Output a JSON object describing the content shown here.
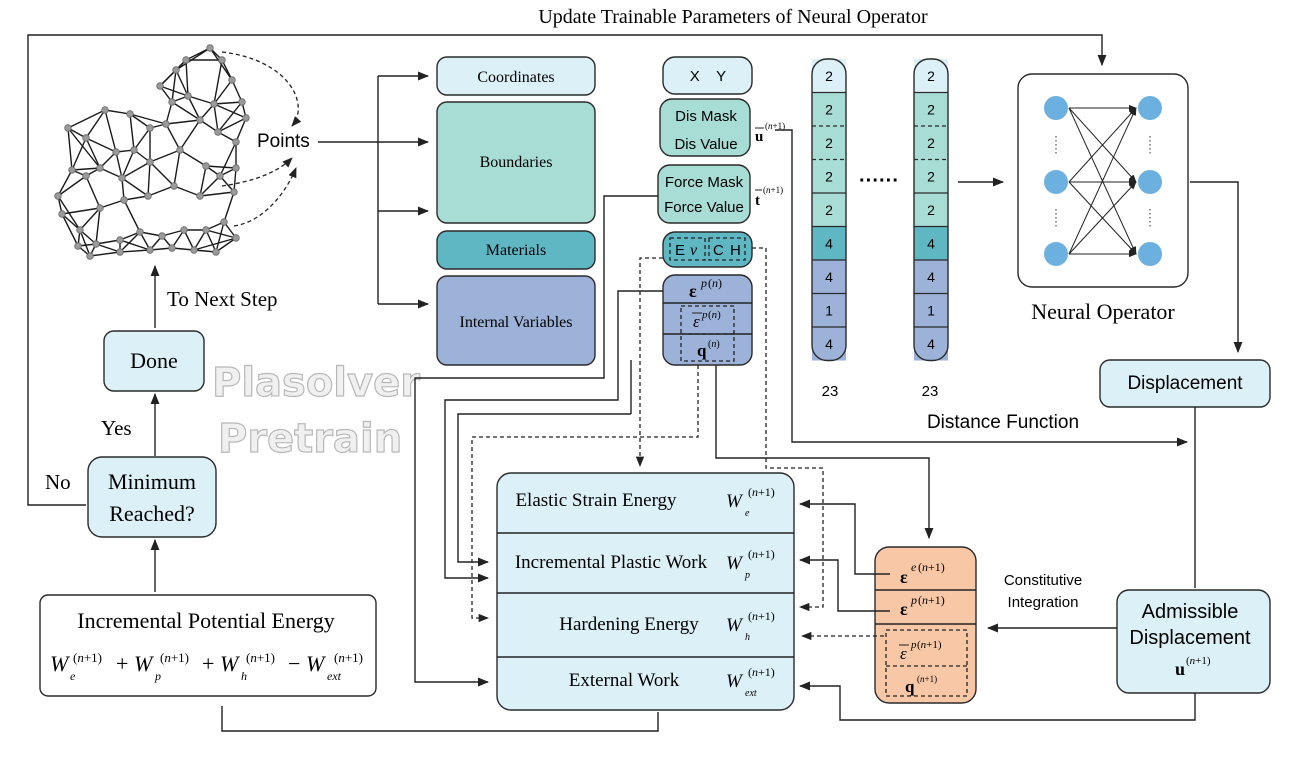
{
  "colors": {
    "light_blue": "#dcf0f7",
    "teal": "#a8ddd6",
    "deep_teal": "#5fb7c4",
    "slate": "#9db2d8",
    "peach": "#f7c7a6",
    "node_blue": "#6cb0e0"
  },
  "title": "Update Trainable Parameters of Neural Operator",
  "mesh": {
    "points_label": "Points"
  },
  "left_flow": {
    "to_next_step": "To Next Step",
    "done": "Done",
    "yes": "Yes",
    "no": "No",
    "minimum_line1": "Minimum",
    "minimum_line2": "Reached?",
    "ipe_title": "Incremental Potential Energy",
    "watermark_line1": "Plasolver",
    "watermark_line2": "Pretrain"
  },
  "input_categories": {
    "coordinates": "Coordinates",
    "boundaries": "Boundaries",
    "materials": "Materials",
    "internal_variables": "Internal Variables"
  },
  "features": {
    "xy": "X    Y",
    "dis_mask": "Dis Mask",
    "dis_value": "Dis Value",
    "force_mask": "Force Mask",
    "force_value": "Force Value",
    "mat_e": "E",
    "mat_nu": "ν",
    "mat_c": "C",
    "mat_h": "H"
  },
  "columns": {
    "values": [
      "2",
      "2",
      "2",
      "2",
      "2",
      "4",
      "4",
      "1",
      "4"
    ],
    "size_label_left": "23",
    "size_label_right": "23",
    "ellipsis": "······"
  },
  "neural_operator": {
    "label": "Neural Operator"
  },
  "right_flow": {
    "displacement": "Displacement",
    "distance_function": "Distance Function",
    "admissible_line1": "Admissible",
    "admissible_line2": "Displacement",
    "constitutive_line1": "Constitutive",
    "constitutive_line2": "Integration"
  },
  "energy_table": {
    "elastic": "Elastic Strain Energy",
    "plastic": "Incremental Plastic Work",
    "hardening": "Hardening Energy",
    "external": "External Work"
  }
}
